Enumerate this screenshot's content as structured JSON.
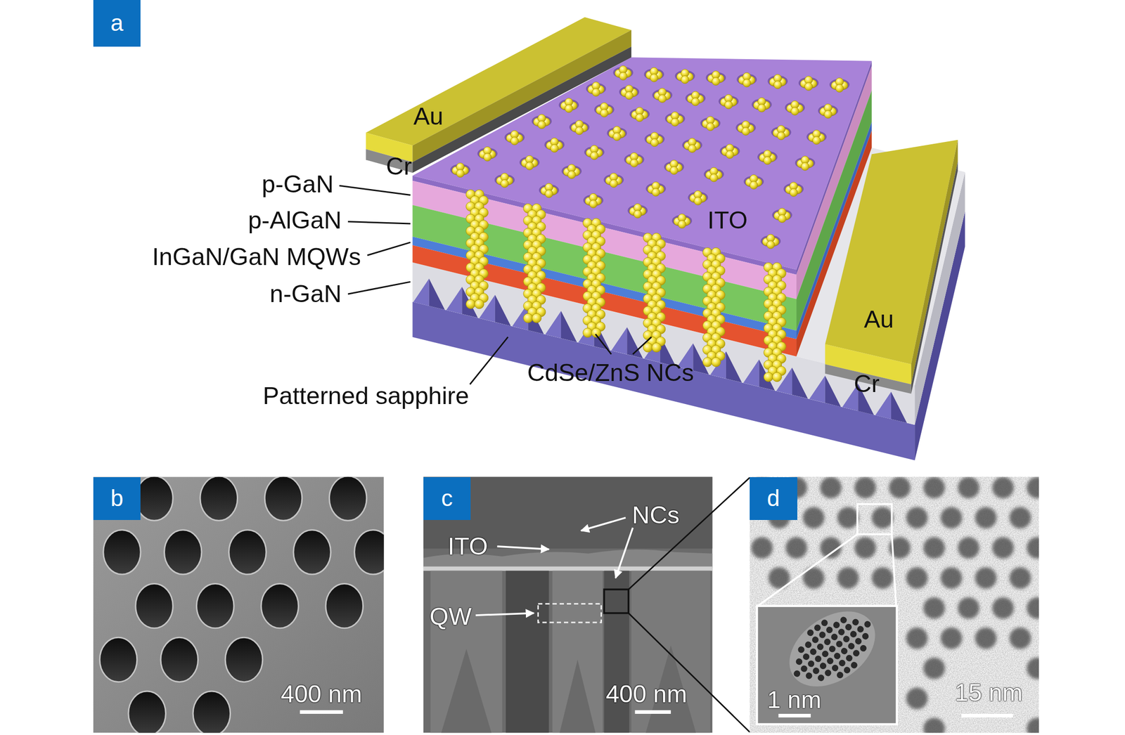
{
  "diagram": {
    "nodes": [
      {
        "text": [
          "a"
        ]
      },
      {
        "text": [
          "b"
        ]
      },
      {
        "text": [
          "c"
        ]
      },
      {
        "text": [
          "d"
        ]
      }
    ],
    "labels": [
      "Au",
      "Cr",
      "p-GaN",
      "p-AlGaN",
      "InGaN/GaN MQWs",
      "n-GaN",
      "Patterned sapphire",
      "CdSe/ZnS NCs",
      "ITO",
      "Au",
      "Cr",
      "400 nm",
      "ITO",
      "NCs",
      "QW",
      "400 nm",
      "1 nm",
      "15 nm"
    ]
  }
}
